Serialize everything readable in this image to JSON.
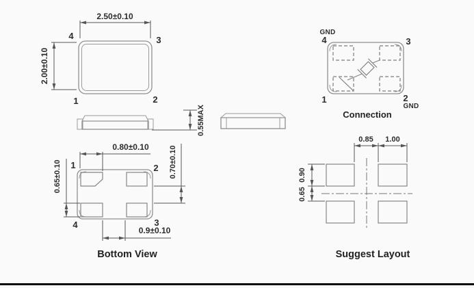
{
  "drawing": {
    "colors": {
      "background": "#fafafa",
      "line": "#555555",
      "outline": "#8f8f8f",
      "text": "#2c2c2c",
      "bottom_rule": "#0a0a0a"
    },
    "top_view": {
      "dim_width": "2.50±0.10",
      "dim_height": "2.00±0.10",
      "pin1": "1",
      "pin2": "2",
      "pin3": "3",
      "pin4": "4"
    },
    "side_view": {
      "dim_height": "0.55MAX"
    },
    "connection_view": {
      "title": "Connection",
      "gnd_top": "GND",
      "gnd_bottom": "GND",
      "pin1": "1",
      "pin2": "2",
      "pin3": "3",
      "pin4": "4"
    },
    "bottom_view": {
      "title": "Bottom View",
      "dim_top": "0.80±0.10",
      "dim_right": "0.70±0.10",
      "dim_left": "0.65±0.10",
      "dim_bottom": "0.9±0.10",
      "pin1": "1",
      "pin2": "2",
      "pin3": "3",
      "pin4": "4"
    },
    "suggest_layout": {
      "title": "Suggest Layout",
      "dim_gap_x": "0.85",
      "dim_pad_width": "1.00",
      "dim_pad_height": "0.90",
      "dim_gap_y": "0.65"
    }
  }
}
